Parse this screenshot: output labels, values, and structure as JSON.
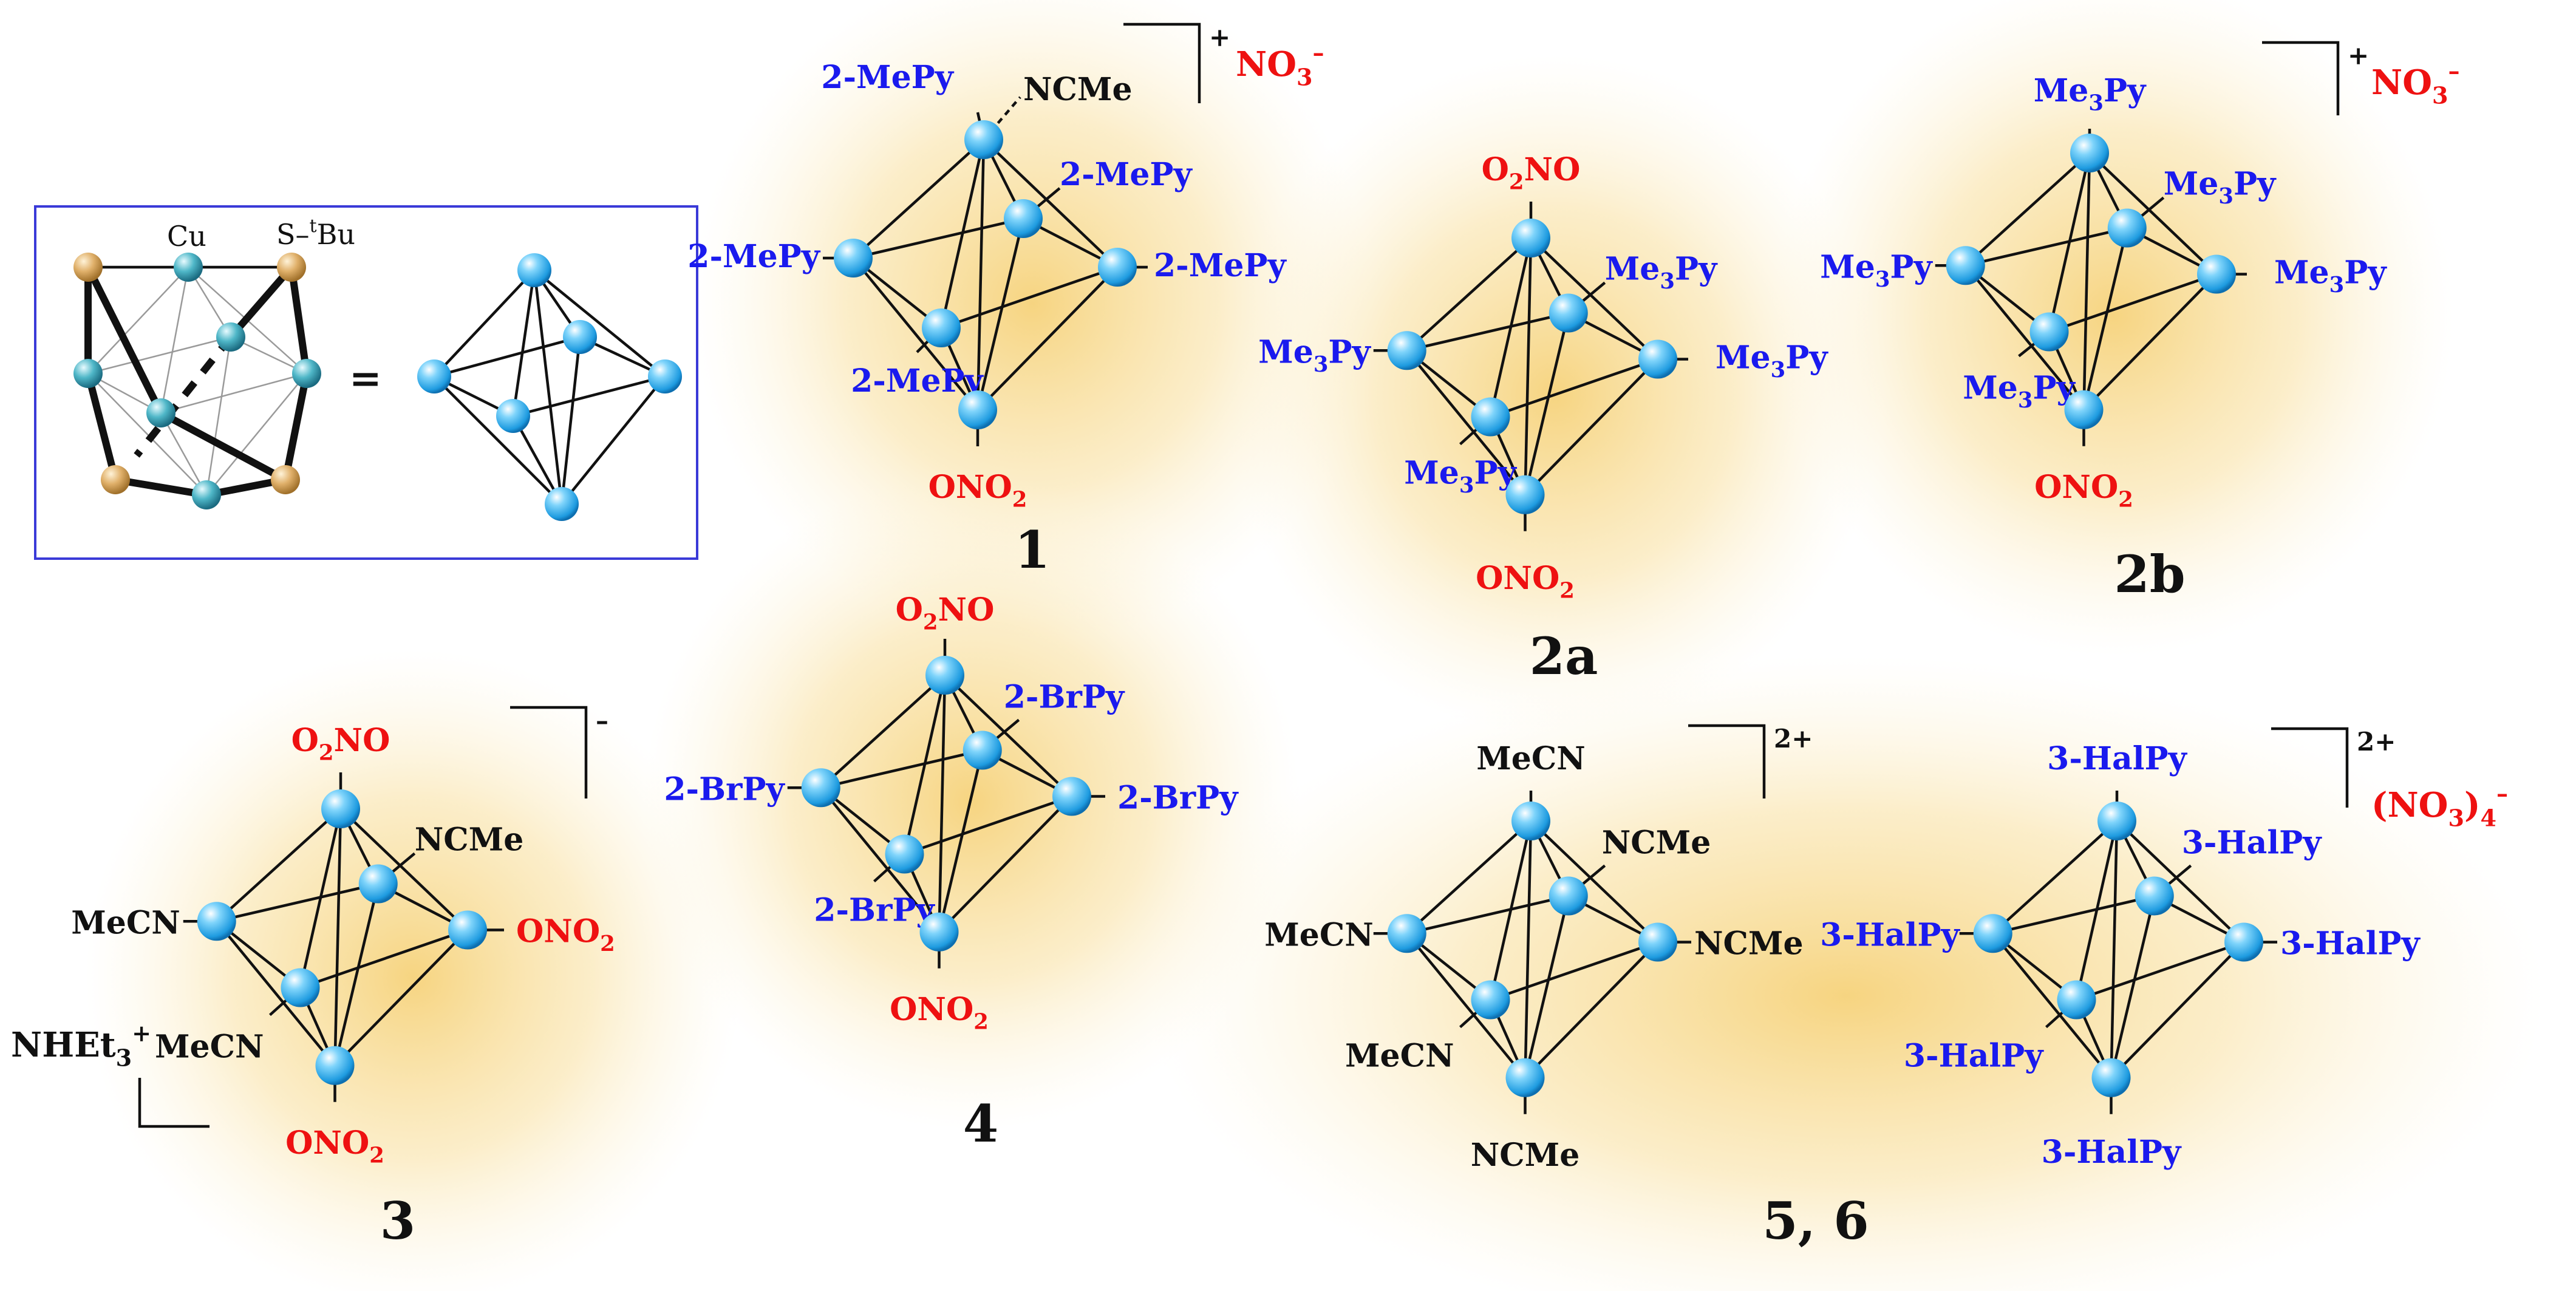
{
  "inset": {
    "cu_label": "Cu",
    "s_label": "S–",
    "s_label_sup": "t",
    "s_label_tail": "Bu",
    "equals": "="
  },
  "compounds": [
    {
      "id": "1",
      "label": "1",
      "charge": "+",
      "counterion": "NO3–",
      "ligands": [
        "2-MePy",
        "NCMe",
        "2-MePy",
        "2-MePy",
        "2-MePy",
        "2-MePy",
        "ONO2"
      ]
    },
    {
      "id": "2a",
      "label": "2a",
      "ligands": [
        "O2NO",
        "Me3Py",
        "Me3Py",
        "Me3Py",
        "Me3Py",
        "ONO2"
      ]
    },
    {
      "id": "2b",
      "label": "2b",
      "charge": "+",
      "counterion": "NO3–",
      "ligands": [
        "Me3Py",
        "Me3Py",
        "Me3Py",
        "Me3Py",
        "Me3Py",
        "ONO2"
      ]
    },
    {
      "id": "3",
      "label": "3",
      "charge": "–",
      "counterion": "NHEt3+",
      "ligands": [
        "O2NO",
        "NCMe",
        "MeCN",
        "ONO2",
        "MeCN",
        "ONO2"
      ]
    },
    {
      "id": "4",
      "label": "4",
      "ligands": [
        "O2NO",
        "2-BrPy",
        "2-BrPy",
        "2-BrPy",
        "2-BrPy",
        "ONO2"
      ]
    },
    {
      "id": "5,6",
      "label": "5, 6",
      "charge_left": "2+",
      "charge_right": "2+",
      "counterion": "(NO3)4–",
      "ligands_left": [
        "MeCN",
        "NCMe",
        "MeCN",
        "NCMe",
        "MeCN",
        "NCMe"
      ],
      "ligands_right": [
        "3-HalPy",
        "3-HalPy",
        "3-HalPy",
        "3-HalPy",
        "3-HalPy",
        "3-HalPy"
      ]
    }
  ],
  "colors": {
    "ligand_neutral": "#1a1aee",
    "ligand_nitrate": "#ee1111",
    "acetonitrile": "#111111",
    "atom_cu": "#29a8e8",
    "atom_s": "#d9a85a",
    "glow": "#f6d27a",
    "inset_border": "#3a3ad8"
  }
}
